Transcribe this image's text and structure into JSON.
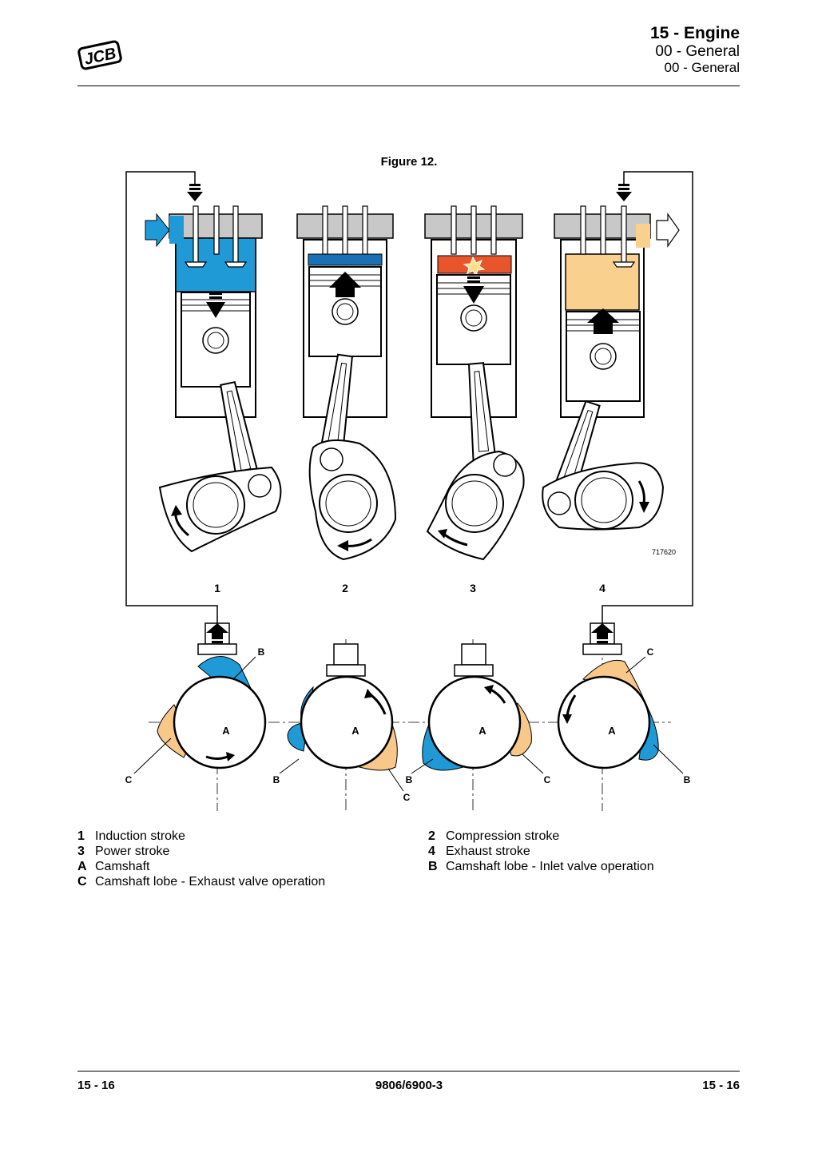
{
  "header": {
    "logo_text": "JCB",
    "section": "15 - Engine",
    "subsection": "00 - General",
    "topic": "00 - General"
  },
  "figure": {
    "title": "Figure 12.",
    "ref_number": "717620",
    "stage_labels": [
      "1",
      "2",
      "3",
      "4"
    ],
    "cam_labels": [
      "A",
      "A",
      "A",
      "A"
    ],
    "lobe_labels": [
      "B",
      "C",
      "B",
      "B",
      "C",
      "C",
      "C",
      "B"
    ]
  },
  "legend": {
    "left": [
      {
        "key": "1",
        "text": "Induction stroke"
      },
      {
        "key": "3",
        "text": "Power stroke"
      },
      {
        "key": "A",
        "text": "Camshaft"
      },
      {
        "key": "C",
        "text": "Camshaft lobe - Exhaust valve operation"
      }
    ],
    "right": [
      {
        "key": "2",
        "text": "Compression stroke"
      },
      {
        "key": "4",
        "text": "Exhaust stroke"
      },
      {
        "key": "B",
        "text": "Camshaft lobe - Inlet valve operation"
      }
    ]
  },
  "footer": {
    "left": "15 - 16",
    "center": "9806/6900-3",
    "right": "15 - 16"
  },
  "colors": {
    "intake_blue": "#1f9ad6",
    "compression_blue": "#1a6fb5",
    "power_red": "#e8552b",
    "exhaust_tan": "#f9d08e",
    "lobe_blue": "#1f9ad6",
    "lobe_tan": "#f7c88a"
  }
}
